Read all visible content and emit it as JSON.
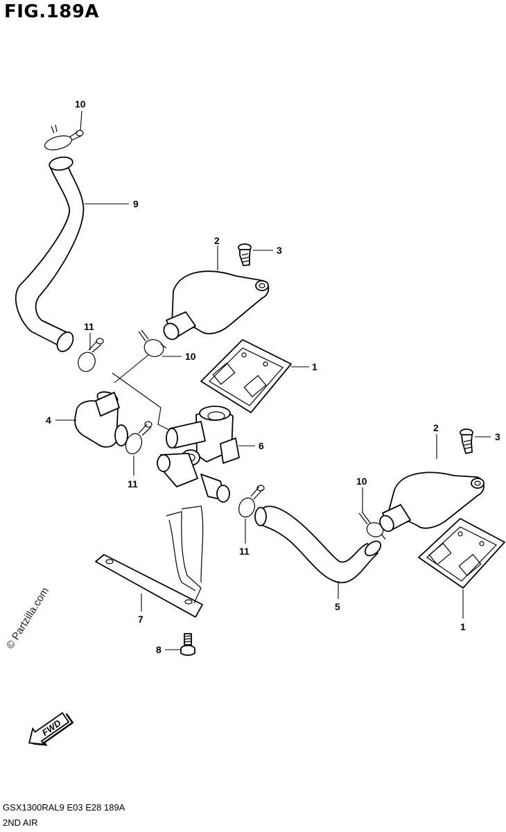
{
  "header": {
    "title": "FIG.189A"
  },
  "callouts": [
    {
      "number": "1"
    },
    {
      "number": "2"
    },
    {
      "number": "3"
    },
    {
      "number": "4"
    },
    {
      "number": "5"
    },
    {
      "number": "6"
    },
    {
      "number": "7"
    },
    {
      "number": "8"
    },
    {
      "number": "9"
    },
    {
      "number": "10"
    },
    {
      "number": "11"
    }
  ],
  "fwd_label": "FWD",
  "watermark": "© Partzilla.com",
  "footer": {
    "model_line": "GSX1300RAL9  E03  E28  189A",
    "section_name": "2ND AIR"
  }
}
